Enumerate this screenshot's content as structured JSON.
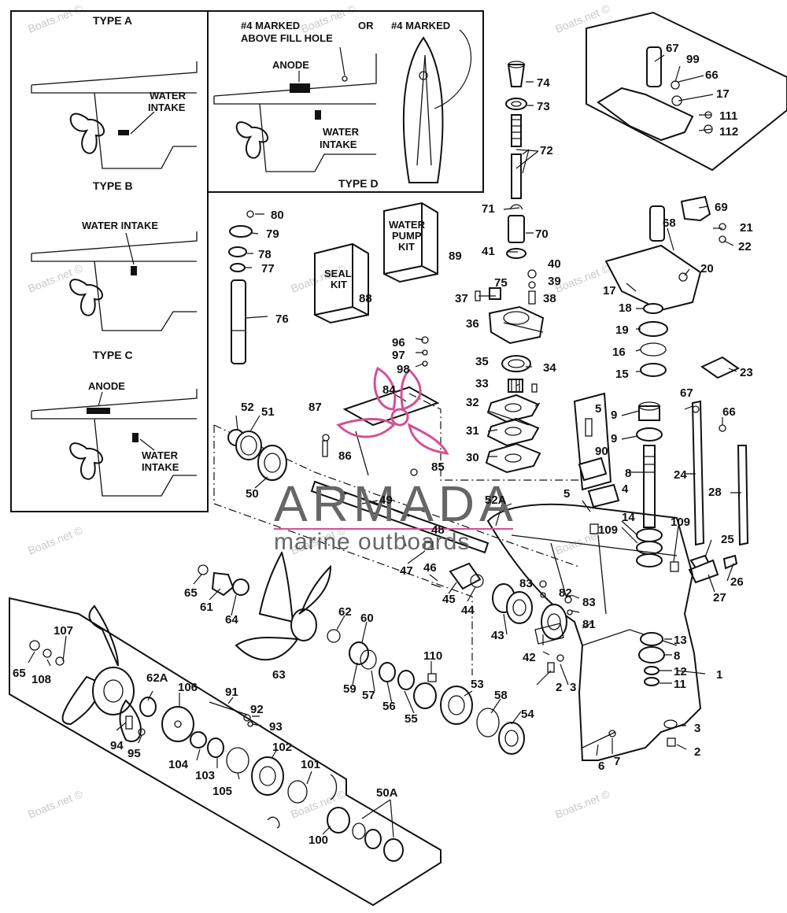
{
  "inset_panels": {
    "type_a": {
      "title": "TYPE A",
      "water_intake": [
        "WATER",
        "INTAKE"
      ]
    },
    "type_b": {
      "title": "TYPE B",
      "water_intake": "WATER INTAKE"
    },
    "type_c": {
      "title": "TYPE C",
      "anode": "ANODE",
      "water_intake": [
        "WATER",
        "INTAKE"
      ]
    },
    "type_d": {
      "title": "TYPE D",
      "marked_above": [
        "#4 MARKED",
        "ABOVE FILL HOLE"
      ],
      "or": "OR",
      "marked": "#4 MARKED",
      "anode": "ANODE",
      "water_intake": [
        "WATER",
        "INTAKE"
      ]
    }
  },
  "kits": {
    "seal_kit": [
      "SEAL",
      "KIT"
    ],
    "water_pump_kit": [
      "WATER",
      "PUMP",
      "KIT"
    ]
  },
  "logo": {
    "name": "ARMADA",
    "subtitle": "marine outboards",
    "color_accent": "#d64f93"
  },
  "watermark": "Boats.net ©",
  "callouts": [
    {
      "id": "c1",
      "text": "1"
    },
    {
      "id": "c2a",
      "text": "2"
    },
    {
      "id": "c2b",
      "text": "2"
    },
    {
      "id": "c3a",
      "text": "3"
    },
    {
      "id": "c3b",
      "text": "3"
    },
    {
      "id": "c4",
      "text": "4"
    },
    {
      "id": "c5a",
      "text": "5"
    },
    {
      "id": "c5b",
      "text": "5"
    },
    {
      "id": "c6",
      "text": "6"
    },
    {
      "id": "c7",
      "text": "7"
    },
    {
      "id": "c8a",
      "text": "8"
    },
    {
      "id": "c8b",
      "text": "8"
    },
    {
      "id": "c9a",
      "text": "9"
    },
    {
      "id": "c9b",
      "text": "9"
    },
    {
      "id": "c11",
      "text": "11"
    },
    {
      "id": "c12",
      "text": "12"
    },
    {
      "id": "c13",
      "text": "13"
    },
    {
      "id": "c14",
      "text": "14"
    },
    {
      "id": "c15",
      "text": "15"
    },
    {
      "id": "c16",
      "text": "16"
    },
    {
      "id": "c17a",
      "text": "17"
    },
    {
      "id": "c17b",
      "text": "17"
    },
    {
      "id": "c18",
      "text": "18"
    },
    {
      "id": "c19",
      "text": "19"
    },
    {
      "id": "c20",
      "text": "20"
    },
    {
      "id": "c21",
      "text": "21"
    },
    {
      "id": "c22",
      "text": "22"
    },
    {
      "id": "c23",
      "text": "23"
    },
    {
      "id": "c24",
      "text": "24"
    },
    {
      "id": "c25",
      "text": "25"
    },
    {
      "id": "c26",
      "text": "26"
    },
    {
      "id": "c27",
      "text": "27"
    },
    {
      "id": "c28",
      "text": "28"
    },
    {
      "id": "c30",
      "text": "30"
    },
    {
      "id": "c31",
      "text": "31"
    },
    {
      "id": "c32",
      "text": "32"
    },
    {
      "id": "c33",
      "text": "33"
    },
    {
      "id": "c34",
      "text": "34"
    },
    {
      "id": "c35",
      "text": "35"
    },
    {
      "id": "c36",
      "text": "36"
    },
    {
      "id": "c37",
      "text": "37"
    },
    {
      "id": "c38",
      "text": "38"
    },
    {
      "id": "c39",
      "text": "39"
    },
    {
      "id": "c40",
      "text": "40"
    },
    {
      "id": "c41",
      "text": "41"
    },
    {
      "id": "c42",
      "text": "42"
    },
    {
      "id": "c43",
      "text": "43"
    },
    {
      "id": "c44",
      "text": "44"
    },
    {
      "id": "c45",
      "text": "45"
    },
    {
      "id": "c46",
      "text": "46"
    },
    {
      "id": "c47",
      "text": "47"
    },
    {
      "id": "c48",
      "text": "48"
    },
    {
      "id": "c49",
      "text": "49"
    },
    {
      "id": "c50",
      "text": "50"
    },
    {
      "id": "c50A",
      "text": "50A"
    },
    {
      "id": "c51",
      "text": "51"
    },
    {
      "id": "c52",
      "text": "52"
    },
    {
      "id": "c52A",
      "text": "52A"
    },
    {
      "id": "c53",
      "text": "53"
    },
    {
      "id": "c54",
      "text": "54"
    },
    {
      "id": "c55",
      "text": "55"
    },
    {
      "id": "c56",
      "text": "56"
    },
    {
      "id": "c57",
      "text": "57"
    },
    {
      "id": "c58",
      "text": "58"
    },
    {
      "id": "c59",
      "text": "59"
    },
    {
      "id": "c60",
      "text": "60"
    },
    {
      "id": "c61",
      "text": "61"
    },
    {
      "id": "c62",
      "text": "62"
    },
    {
      "id": "c62A",
      "text": "62A"
    },
    {
      "id": "c63",
      "text": "63"
    },
    {
      "id": "c64",
      "text": "64"
    },
    {
      "id": "c65a",
      "text": "65"
    },
    {
      "id": "c65b",
      "text": "65"
    },
    {
      "id": "c66a",
      "text": "66"
    },
    {
      "id": "c66b",
      "text": "66"
    },
    {
      "id": "c67a",
      "text": "67"
    },
    {
      "id": "c67b",
      "text": "67"
    },
    {
      "id": "c68",
      "text": "68"
    },
    {
      "id": "c69",
      "text": "69"
    },
    {
      "id": "c70",
      "text": "70"
    },
    {
      "id": "c71",
      "text": "71"
    },
    {
      "id": "c72",
      "text": "72"
    },
    {
      "id": "c73",
      "text": "73"
    },
    {
      "id": "c74",
      "text": "74"
    },
    {
      "id": "c75",
      "text": "75"
    },
    {
      "id": "c76",
      "text": "76"
    },
    {
      "id": "c77",
      "text": "77"
    },
    {
      "id": "c78",
      "text": "78"
    },
    {
      "id": "c79",
      "text": "79"
    },
    {
      "id": "c80",
      "text": "80"
    },
    {
      "id": "c81",
      "text": "81"
    },
    {
      "id": "c82",
      "text": "82"
    },
    {
      "id": "c83a",
      "text": "83"
    },
    {
      "id": "c83b",
      "text": "83"
    },
    {
      "id": "c84",
      "text": "84"
    },
    {
      "id": "c85",
      "text": "85"
    },
    {
      "id": "c86",
      "text": "86"
    },
    {
      "id": "c87",
      "text": "87"
    },
    {
      "id": "c88",
      "text": "88"
    },
    {
      "id": "c89",
      "text": "89"
    },
    {
      "id": "c90",
      "text": "90"
    },
    {
      "id": "c91",
      "text": "91"
    },
    {
      "id": "c92",
      "text": "92"
    },
    {
      "id": "c93",
      "text": "93"
    },
    {
      "id": "c94",
      "text": "94"
    },
    {
      "id": "c95",
      "text": "95"
    },
    {
      "id": "c96",
      "text": "96"
    },
    {
      "id": "c97",
      "text": "97"
    },
    {
      "id": "c98",
      "text": "98"
    },
    {
      "id": "c99",
      "text": "99"
    },
    {
      "id": "c100",
      "text": "100"
    },
    {
      "id": "c101",
      "text": "101"
    },
    {
      "id": "c102",
      "text": "102"
    },
    {
      "id": "c103",
      "text": "103"
    },
    {
      "id": "c104",
      "text": "104"
    },
    {
      "id": "c105",
      "text": "105"
    },
    {
      "id": "c106",
      "text": "106"
    },
    {
      "id": "c107",
      "text": "107"
    },
    {
      "id": "c108",
      "text": "108"
    },
    {
      "id": "c109a",
      "text": "109"
    },
    {
      "id": "c109b",
      "text": "109"
    },
    {
      "id": "c110",
      "text": "110"
    },
    {
      "id": "c111",
      "text": "111"
    },
    {
      "id": "c112",
      "text": "112"
    }
  ]
}
